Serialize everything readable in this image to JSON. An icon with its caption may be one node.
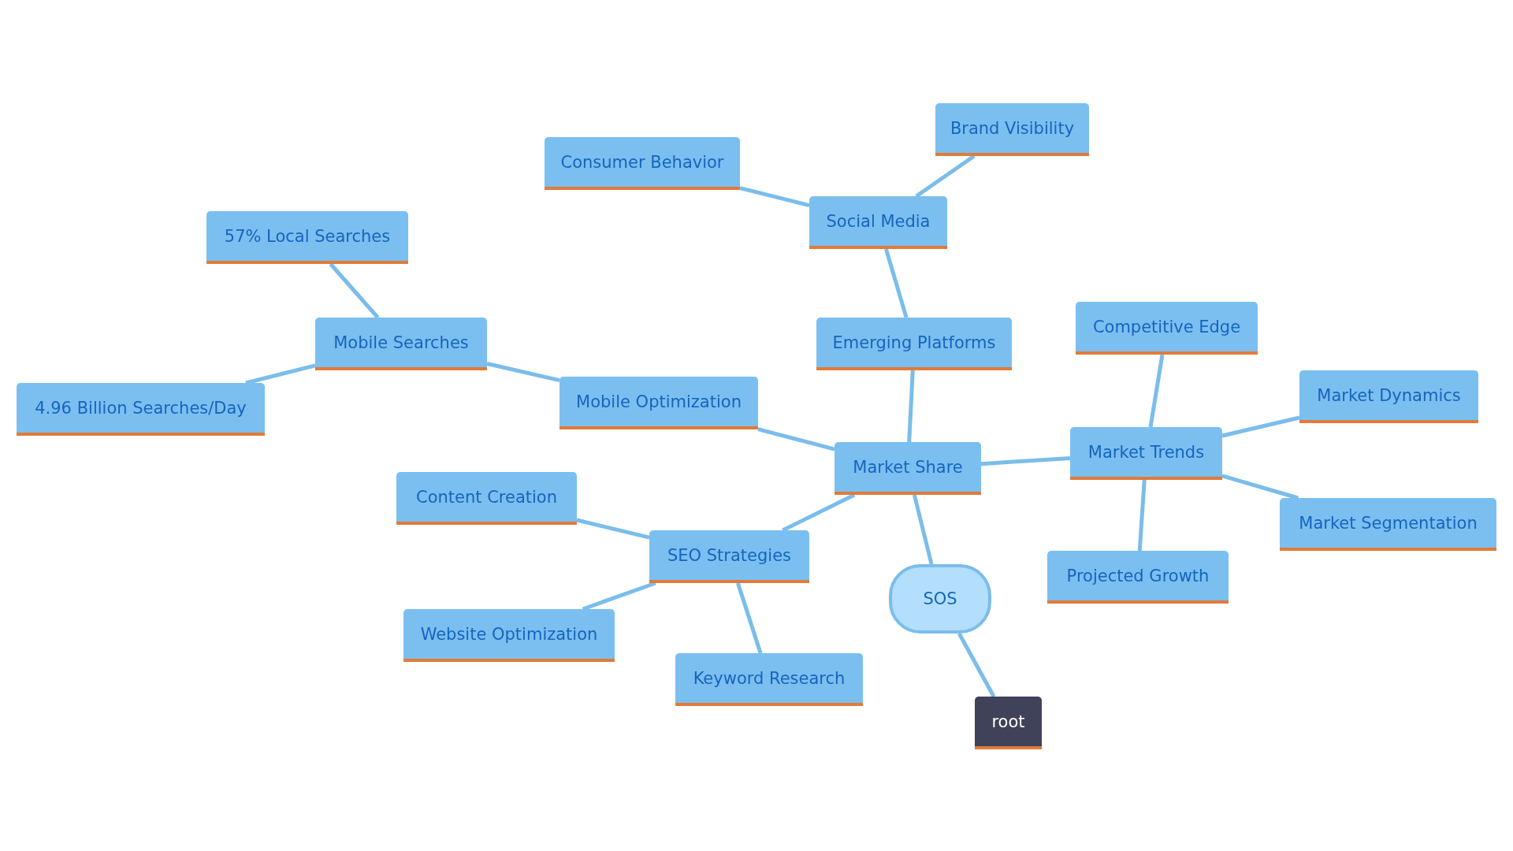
{
  "diagram": {
    "nodes": [
      {
        "text": [
          "root"
        ]
      },
      {
        "text": [
          "SOS"
        ]
      },
      {
        "text": [
          "Market Share"
        ]
      },
      {
        "text": [
          "Mobile Optimization"
        ]
      },
      {
        "text": [
          "Mobile Searches"
        ]
      },
      {
        "text": [
          "57% Local Searches"
        ]
      },
      {
        "text": [
          "4.96 Billion Searches/Day"
        ]
      },
      {
        "text": [
          "Emerging Platforms"
        ]
      },
      {
        "text": [
          "Social Media"
        ]
      },
      {
        "text": [
          "Consumer Behavior"
        ]
      },
      {
        "text": [
          "Brand Visibility"
        ]
      },
      {
        "text": [
          "Market Trends"
        ]
      },
      {
        "text": [
          "Competitive Edge"
        ]
      },
      {
        "text": [
          "Market Dynamics"
        ]
      },
      {
        "text": [
          "Market Segmentation"
        ]
      },
      {
        "text": [
          "Projected Growth"
        ]
      },
      {
        "text": [
          "SEO Strategies"
        ]
      },
      {
        "text": [
          "Content Creation"
        ]
      },
      {
        "text": [
          "Website Optimization"
        ]
      },
      {
        "text": [
          "Keyword Research"
        ]
      }
    ],
    "edges": [
      {
        "from": 0,
        "to": 1,
        "arrow": "none"
      },
      {
        "from": 1,
        "to": 2,
        "arrow": "none"
      },
      {
        "from": 2,
        "to": 3,
        "arrow": "none"
      },
      {
        "from": 3,
        "to": 4,
        "arrow": "none"
      },
      {
        "from": 4,
        "to": 5,
        "arrow": "none"
      },
      {
        "from": 4,
        "to": 6,
        "arrow": "none"
      },
      {
        "from": 2,
        "to": 7,
        "arrow": "none"
      },
      {
        "from": 7,
        "to": 8,
        "arrow": "none"
      },
      {
        "from": 8,
        "to": 9,
        "arrow": "none"
      },
      {
        "from": 8,
        "to": 10,
        "arrow": "none"
      },
      {
        "from": 2,
        "to": 11,
        "arrow": "none"
      },
      {
        "from": 11,
        "to": 12,
        "arrow": "none"
      },
      {
        "from": 11,
        "to": 13,
        "arrow": "none"
      },
      {
        "from": 11,
        "to": 14,
        "arrow": "none"
      },
      {
        "from": 11,
        "to": 15,
        "arrow": "none"
      },
      {
        "from": 2,
        "to": 16,
        "arrow": "none"
      },
      {
        "from": 16,
        "to": 17,
        "arrow": "none"
      },
      {
        "from": 16,
        "to": 18,
        "arrow": "none"
      },
      {
        "from": 16,
        "to": 19,
        "arrow": "none"
      }
    ]
  }
}
